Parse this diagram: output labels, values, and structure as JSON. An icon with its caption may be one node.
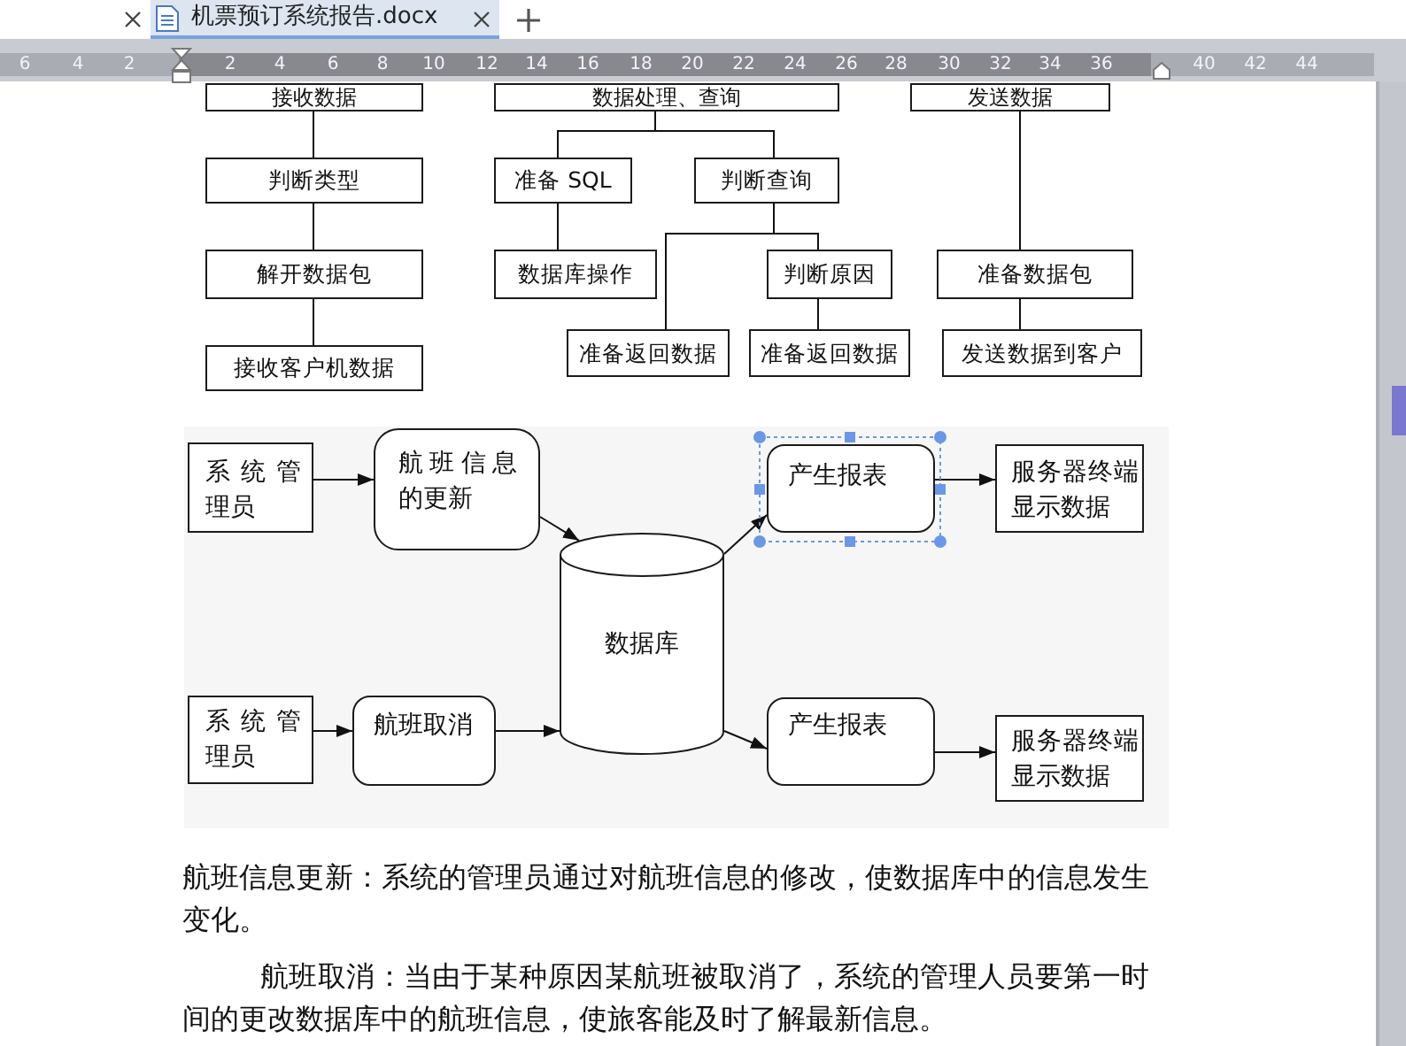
{
  "diagram": {
    "nodes": [
      {
        "text": [
          "接收数据"
        ]
      },
      {
        "text": [
          "数据处理、查询"
        ]
      },
      {
        "text": [
          "发送数据"
        ]
      },
      {
        "text": [
          "判断类型"
        ]
      },
      {
        "text": [
          "准备 SQL"
        ]
      },
      {
        "text": [
          "判断查询"
        ]
      },
      {
        "text": [
          "解开数据包"
        ]
      },
      {
        "text": [
          "数据库操作"
        ]
      },
      {
        "text": [
          "判断原因"
        ]
      },
      {
        "text": [
          "准备数据包"
        ]
      },
      {
        "text": [
          "接收客户机数据"
        ]
      },
      {
        "text": [
          "准备返回数据"
        ]
      },
      {
        "text": [
          "准备返回数据"
        ]
      },
      {
        "text": [
          "发送数据到客户"
        ]
      },
      {
        "text": [
          "系统管理员"
        ]
      },
      {
        "text": [
          "航班信息的更新"
        ]
      },
      {
        "text": [
          "产生报表"
        ]
      },
      {
        "text": [
          "服务器终端显示数据"
        ]
      },
      {
        "text": [
          "数据库"
        ]
      },
      {
        "text": [
          "系统管理员"
        ]
      },
      {
        "text": [
          "航班取消"
        ]
      },
      {
        "text": [
          "产生报表"
        ]
      },
      {
        "text": [
          "服务器终端显示数据"
        ]
      }
    ],
    "edges": [
      {
        "from": 0,
        "to": 3,
        "arrow": "none"
      },
      {
        "from": 3,
        "to": 6,
        "arrow": "none"
      },
      {
        "from": 6,
        "to": 10,
        "arrow": "none"
      },
      {
        "from": 1,
        "to": 4,
        "arrow": "none"
      },
      {
        "from": 1,
        "to": 5,
        "arrow": "none"
      },
      {
        "from": 4,
        "to": 7,
        "arrow": "none"
      },
      {
        "from": 5,
        "to": 11,
        "arrow": "none"
      },
      {
        "from": 5,
        "to": 8,
        "arrow": "none"
      },
      {
        "from": 8,
        "to": 12,
        "arrow": "none"
      },
      {
        "from": 2,
        "to": 9,
        "arrow": "none"
      },
      {
        "from": 9,
        "to": 13,
        "arrow": "none"
      },
      {
        "from": 14,
        "to": 15,
        "arrow": "to"
      },
      {
        "from": 15,
        "to": 18,
        "arrow": "to"
      },
      {
        "from": 18,
        "to": 16,
        "arrow": "to"
      },
      {
        "from": 16,
        "to": 17,
        "arrow": "to"
      },
      {
        "from": 19,
        "to": 20,
        "arrow": "to"
      },
      {
        "from": 20,
        "to": 18,
        "arrow": "to"
      },
      {
        "from": 18,
        "to": 21,
        "arrow": "to"
      },
      {
        "from": 21,
        "to": 22,
        "arrow": "to"
      }
    ],
    "labels": [
      "机票预订系统报告.docx",
      "6",
      "4",
      "2",
      "2",
      "4",
      "6",
      "8",
      "10",
      "12",
      "14",
      "16",
      "18",
      "20",
      "22",
      "24",
      "26",
      "28",
      "30",
      "32",
      "34",
      "36",
      "40",
      "42",
      "44",
      "航班信息更新：系统的管理员通过对航班信息的修改，使数据库中的信息发生变化。",
      "航班取消：当由于某种原因某航班被取消了，系统的管理人员要第一时间的更改数据库中的航班信息，使旅客能及时了解最新信息。"
    ]
  }
}
